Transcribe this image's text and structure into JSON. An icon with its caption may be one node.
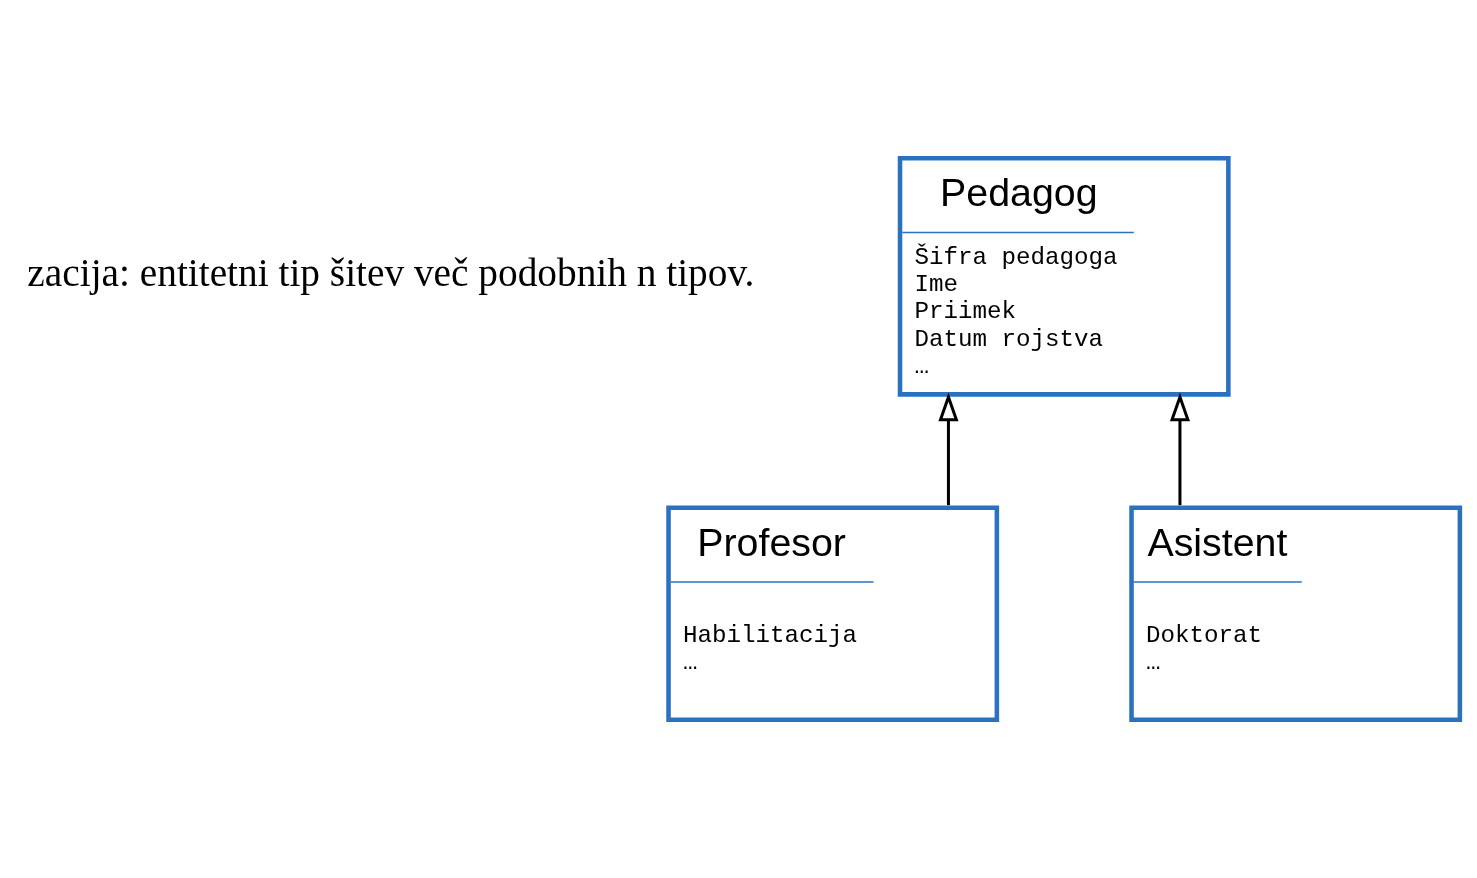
{
  "diagram": {
    "nodes": [
      {
        "text": [
          "Pedagog",
          "Šifra pedagoga",
          "Ime",
          "Priimek",
          "Datum rojstva",
          "…"
        ]
      },
      {
        "text": [
          "Profesor",
          "Habilitacija",
          "…"
        ]
      },
      {
        "text": [
          "Asistent",
          "Doktorat",
          "…"
        ]
      }
    ],
    "edges": [
      {
        "from": 1,
        "to": 0,
        "arrow": "to"
      },
      {
        "from": 2,
        "to": 0,
        "arrow": "to"
      }
    ],
    "labels": [
      "zacija: entitetni tip šitev več podobnih n tipov."
    ]
  }
}
